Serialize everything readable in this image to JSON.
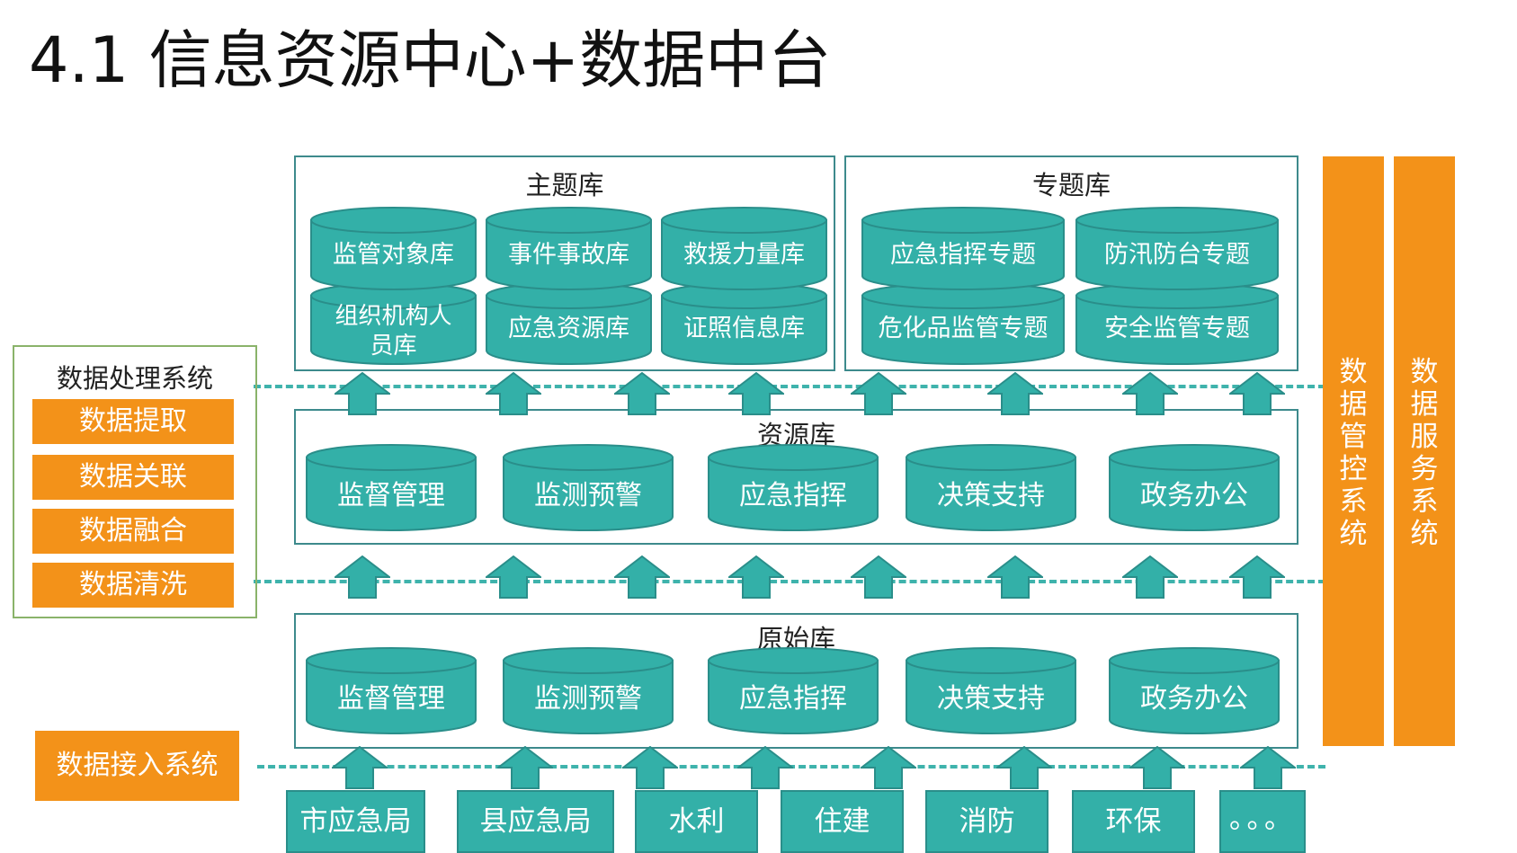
{
  "title": "4.1 信息资源中心+数据中台",
  "theme_lib": {
    "label": "主题库",
    "items": [
      "监管对象库",
      "事件事故库",
      "救援力量库",
      "组织机构人员库",
      "应急资源库",
      "证照信息库"
    ]
  },
  "special_lib": {
    "label": "专题库",
    "items": [
      "应急指挥专题",
      "防汛防台专题",
      "危化品监管专题",
      "安全监管专题"
    ]
  },
  "resource_lib": {
    "label": "资源库",
    "items": [
      "监督管理",
      "监测预警",
      "应急指挥",
      "决策支持",
      "政务办公"
    ]
  },
  "raw_lib": {
    "label": "原始库",
    "items": [
      "监督管理",
      "监测预警",
      "应急指挥",
      "决策支持",
      "政务办公"
    ]
  },
  "processing": {
    "title": "数据处理系统",
    "steps": [
      "数据提取",
      "数据关联",
      "数据融合",
      "数据清洗"
    ]
  },
  "access_system": "数据接入系统",
  "side_columns": [
    "数据管控系统",
    "数据服务系统"
  ],
  "sources": [
    "市应急局",
    "县应急局",
    "水利",
    "住建",
    "消防",
    "环保",
    "。。。"
  ],
  "colors": {
    "teal": "#33b0a8",
    "teal_dark": "#2a8e8a",
    "orange": "#f39219",
    "frame": "#3d8a8c"
  }
}
